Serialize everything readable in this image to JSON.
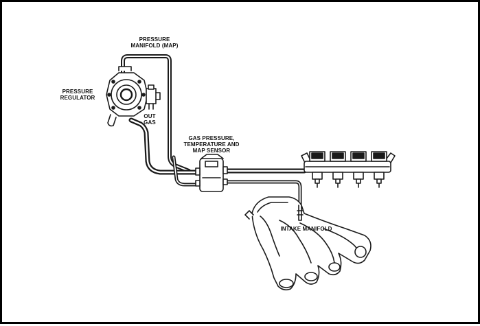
{
  "labels": {
    "pressure_manifold": [
      "PRESSURE",
      "MANIFOLD (MAP)"
    ],
    "pressure_regulator": [
      "PRESSURE",
      "REGULATOR"
    ],
    "out_gas": [
      "OUT",
      "GAS"
    ],
    "sensor": [
      "GAS PRESSURE,",
      "TEMPERATURE AND",
      "MAP SENSOR"
    ],
    "intake_manifold": "INTAKE MANIFOLD"
  },
  "components": {
    "injectors": 4
  },
  "colors": {
    "line": "#1a1a1a",
    "frame": "#000000",
    "background": "#ffffff"
  }
}
